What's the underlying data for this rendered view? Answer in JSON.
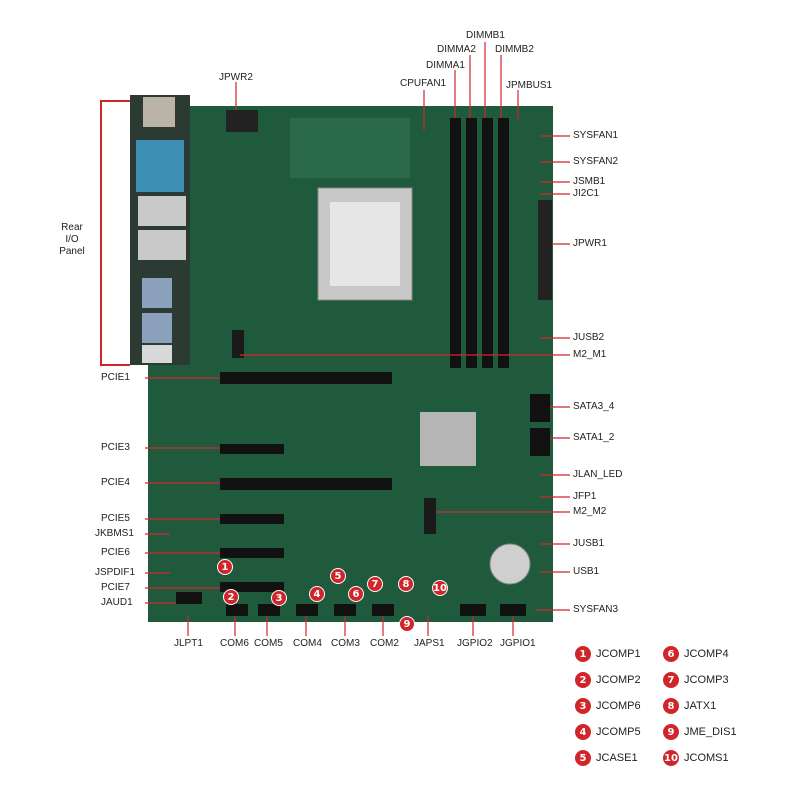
{
  "labels": {
    "top": {
      "dimmb1": "DIMMB1",
      "dimma2": "DIMMA2",
      "dimmb2": "DIMMB2",
      "dimma1": "DIMMA1",
      "jpwr2": "JPWR2",
      "cpufan1": "CPUFAN1",
      "jpmbus1": "JPMBUS1"
    },
    "right": {
      "sysfan1": "SYSFAN1",
      "sysfan2": "SYSFAN2",
      "jsmb1": "JSMB1",
      "ji2c1": "JI2C1",
      "jpwr1": "JPWR1",
      "jusb2": "JUSB2",
      "m2_m1": "M2_M1",
      "sata3_4": "SATA3_4",
      "sata1_2": "SATA1_2",
      "jlan_led": "JLAN_LED",
      "jfp1": "JFP1",
      "m2_m2": "M2_M2",
      "jusb1": "JUSB1",
      "usb1": "USB1",
      "sysfan3": "SYSFAN3"
    },
    "left": {
      "rear_line1": "Rear",
      "rear_line2": "I/O Panel",
      "pcie1": "PCIE1",
      "pcie3": "PCIE3",
      "pcie4": "PCIE4",
      "pcie5": "PCIE5",
      "jkbms1": "JKBMS1",
      "pcie6": "PCIE6",
      "jspdif1": "JSPDIF1",
      "pcie7": "PCIE7",
      "jaud1": "JAUD1"
    },
    "bottom": {
      "jlpt1": "JLPT1",
      "com6": "COM6",
      "com5": "COM5",
      "com4": "COM4",
      "com3": "COM3",
      "com2": "COM2",
      "japs1": "JAPS1",
      "jgpio2": "JGPIO2",
      "jgpio1": "JGPIO1"
    }
  },
  "legend": [
    {
      "num": "1",
      "label": "JCOMP1"
    },
    {
      "num": "2",
      "label": "JCOMP2"
    },
    {
      "num": "3",
      "label": "JCOMP6"
    },
    {
      "num": "4",
      "label": "JCOMP5"
    },
    {
      "num": "5",
      "label": "JCASE1"
    },
    {
      "num": "6",
      "label": "JCOMP4"
    },
    {
      "num": "7",
      "label": "JCOMP3"
    },
    {
      "num": "8",
      "label": "JATX1"
    },
    {
      "num": "9",
      "label": "JME_DIS1"
    },
    {
      "num": "10",
      "label": "JCOMS1"
    }
  ],
  "pins": [
    "1",
    "2",
    "3",
    "4",
    "5",
    "6",
    "7",
    "8",
    "9",
    "10"
  ],
  "colors": {
    "pcb": "#1f5a3c",
    "pcb_light": "#2a6a48",
    "accent": "#d0262b",
    "slot": "#111111"
  }
}
